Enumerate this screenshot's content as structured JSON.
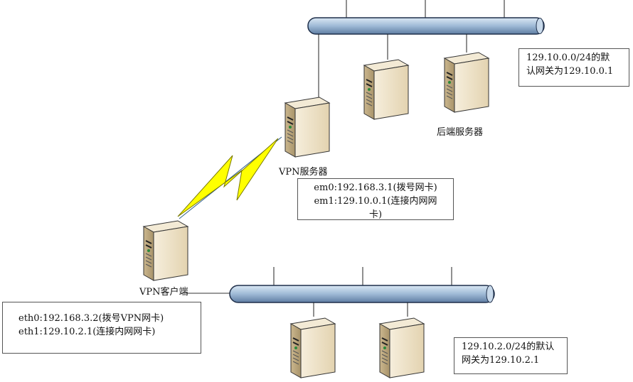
{
  "labels": {
    "vpn_server": "VPN服务器",
    "backend_servers": "后端服务器",
    "vpn_client": "VPN客户端"
  },
  "notes": {
    "vpn_server_nics": [
      "em0:192.168.3.1(拨号网卡)",
      "em1:129.10.0.1(连接内网网",
      "卡)"
    ],
    "upper_gateway": [
      "129.10.0.0/24的默",
      "认网关为129.10.0.1"
    ],
    "vpn_client_nics": [
      "eth0:192.168.3.2(拨号VPN网卡)",
      "eth1:129.10.2.1(连接内网网卡)"
    ],
    "lower_gateway": [
      "129.10.2.0/24的默认",
      "网关为129.10.2.1"
    ]
  },
  "colors": {
    "bus_fill": "#b8cfe6",
    "bus_stroke": "#1f2f4a",
    "server_body": "#e9dcc0",
    "server_dark": "#b9a683",
    "lightning_fill": "#ffff00",
    "lightning_stroke": "#7a7a00",
    "link_line": "#2e5f8a"
  }
}
